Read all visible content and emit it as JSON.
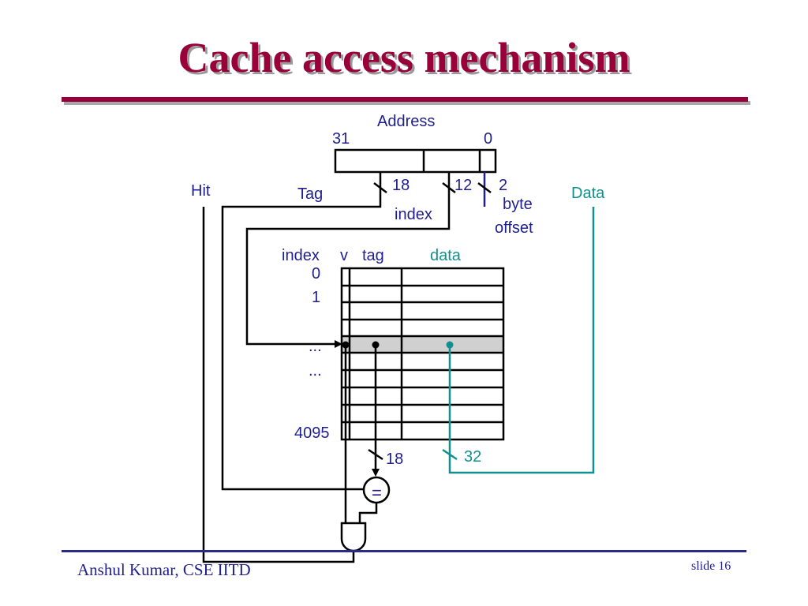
{
  "slide": {
    "title": "Cache access mechanism",
    "footer_author": "Anshul Kumar, CSE IITD",
    "footer_slide": "slide 16"
  },
  "diagram": {
    "address_label": "Address",
    "bit_high": "31",
    "bit_low": "0",
    "hit_label": "Hit",
    "tag_label": "Tag",
    "data_label": "Data",
    "index_field_label": "index",
    "byte_offset_line1": "byte",
    "byte_offset_line2": "offset",
    "tag_width": "18",
    "index_width": "12",
    "offset_width": "2",
    "col_index": "index",
    "col_v": "v",
    "col_tag": "tag",
    "col_data": "data",
    "row_0": "0",
    "row_1": "1",
    "ellipsis_1": "...",
    "ellipsis_2": "...",
    "row_last": "4095",
    "compare_width": "18",
    "data_width": "32",
    "comparator_symbol": "="
  },
  "colors": {
    "title": "#99003a",
    "label": "#1f1f8f",
    "data_path": "#109090",
    "selected_row": "#d0d0d0"
  }
}
